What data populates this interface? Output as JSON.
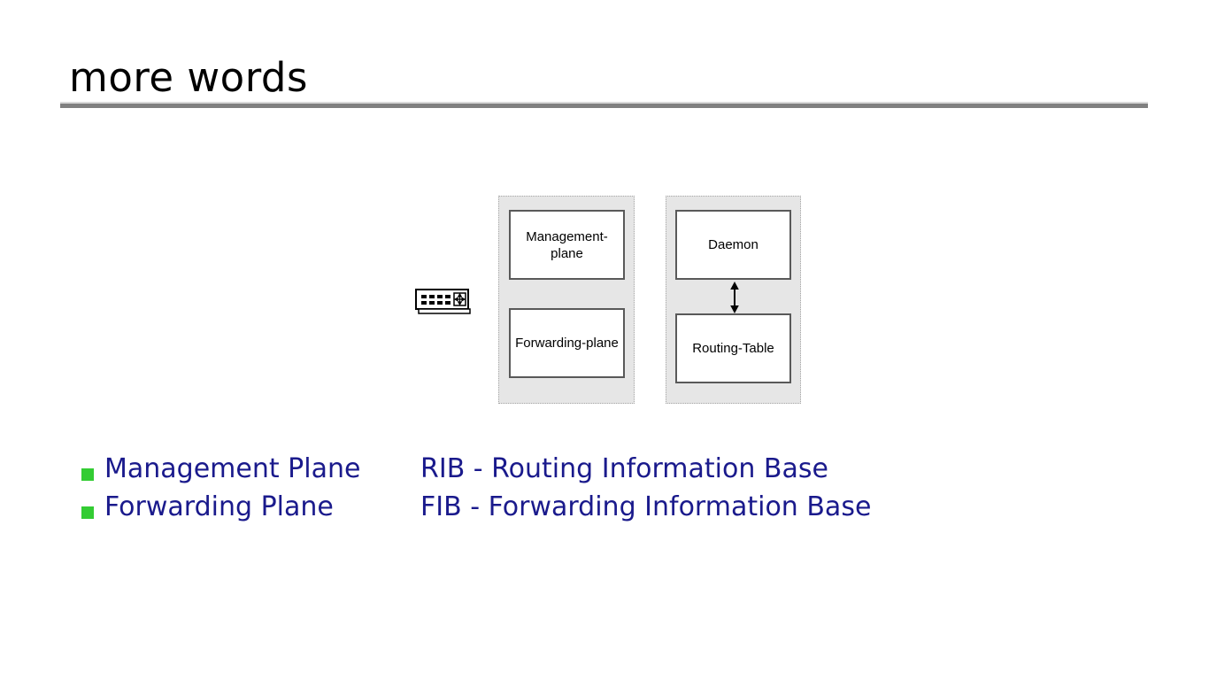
{
  "slide": {
    "title": "more words",
    "background_color": "#ffffff",
    "rule_color": "#808080"
  },
  "diagram": {
    "device_icon": {
      "name": "router-switch-icon",
      "ports_rows": 2,
      "ports_columns": 4
    },
    "panels": [
      {
        "id": "device-planes",
        "nodes": [
          {
            "label": "Management-plane"
          },
          {
            "label": "Forwarding-plane"
          }
        ]
      },
      {
        "id": "control-plane",
        "nodes": [
          {
            "label": "Daemon"
          },
          {
            "label": "Routing-Table"
          }
        ],
        "connector": {
          "type": "double-arrow",
          "direction": "vertical"
        }
      }
    ],
    "panel_fill_color": "#e6e6e6",
    "node_fill_color": "#ffffff",
    "node_border_color": "#595959"
  },
  "content": {
    "bullet_color": "#33cc33",
    "text_color": "#1a1a8c",
    "rows": [
      {
        "bullet": "Management Plane",
        "expansion": "RIB - Routing Information Base"
      },
      {
        "bullet": "Forwarding Plane",
        "expansion": "FIB - Forwarding Information Base"
      }
    ]
  }
}
